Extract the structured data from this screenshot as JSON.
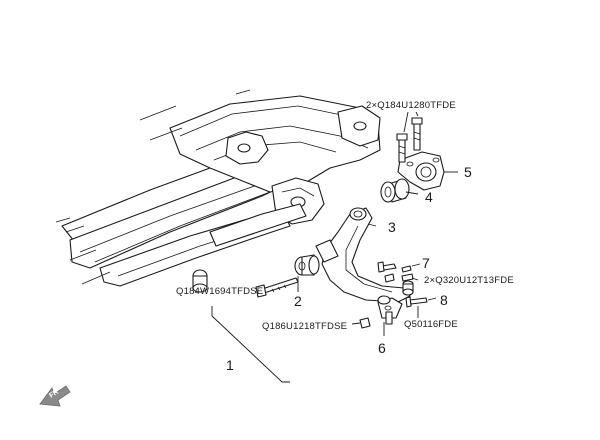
{
  "callouts": {
    "c1": "1",
    "c2": "2",
    "c3": "3",
    "c4": "4",
    "c5": "5",
    "c6": "6",
    "c7": "7",
    "c8": "8"
  },
  "codes": {
    "bolt_top": "2×Q184U1280TFDE",
    "bolt_rear": "Q184W1694TFDSE",
    "nut_balljoint": "Q186U1218TFDSE",
    "bolt_ball_pair": "2×Q320U12T13FDE",
    "nut_ball": "Q50116FDE"
  },
  "direction_label": "FR"
}
